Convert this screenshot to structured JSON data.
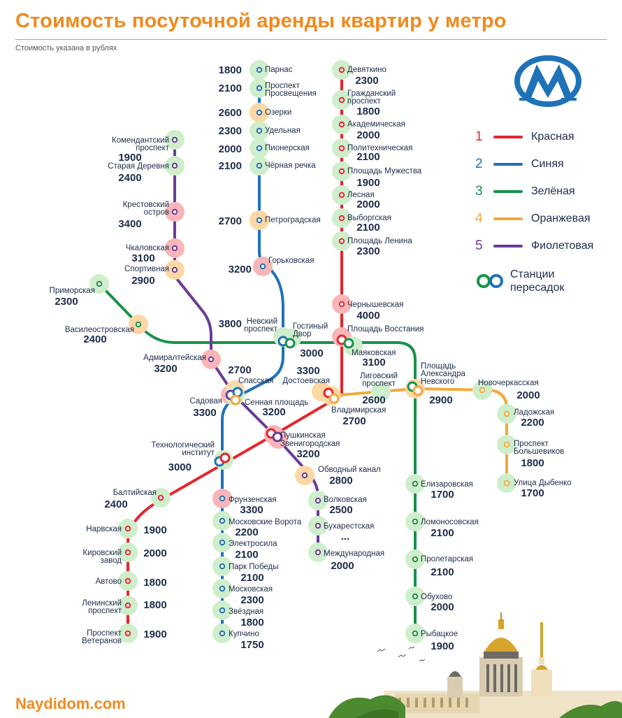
{
  "header": {
    "title": "Стоимость посуточной аренды квартир у метро",
    "subtitle": "Стоимость указана в рублях"
  },
  "footer": {
    "site": "Naydidom.com"
  },
  "colors": {
    "accent": "#ef8a1f",
    "line1": "#e5262c",
    "line2": "#1f72b8",
    "line3": "#17924a",
    "line4": "#f2a93b",
    "line5": "#6b3c97",
    "price_low": "#cfeecb",
    "price_mid": "#fdd7a4",
    "price_high": "#f9b5b8"
  },
  "legend": {
    "lines": [
      {
        "num": "1",
        "name": "Красная",
        "color": "#e5262c"
      },
      {
        "num": "2",
        "name": "Синяя",
        "color": "#1f72b8"
      },
      {
        "num": "3",
        "name": "Зелёная",
        "color": "#17924a"
      },
      {
        "num": "4",
        "name": "Оранжевая",
        "color": "#f2a93b"
      },
      {
        "num": "5",
        "name": "Фиолетовая",
        "color": "#6b3c97"
      }
    ],
    "transfers": "Станции\nпересадок"
  },
  "stations": [
    {
      "name": "Парнас",
      "price": "1800"
    },
    {
      "name": "Проспект\nПросвещения",
      "price": "2100"
    },
    {
      "name": "Озерки",
      "price": "2600"
    },
    {
      "name": "Удельная",
      "price": "2300"
    },
    {
      "name": "Пионерская",
      "price": "2000"
    },
    {
      "name": "Чёрная речка",
      "price": "2100"
    },
    {
      "name": "Петроградская",
      "price": "2700"
    },
    {
      "name": "Горьковская",
      "price": "3200"
    },
    {
      "name": "Невский\nпроспект",
      "price": "3800"
    },
    {
      "name": "Гостиный\nДвор",
      "price": "3000"
    },
    {
      "name": "Сенная площадь",
      "price": "3200"
    },
    {
      "name": "Технологический\nинститут",
      "price": "3000"
    },
    {
      "name": "Фрунзенская",
      "price": "3300"
    },
    {
      "name": "Московские Ворота",
      "price": "2200"
    },
    {
      "name": "Электросила",
      "price": "2100"
    },
    {
      "name": "Парк Победы",
      "price": "2100"
    },
    {
      "name": "Московская",
      "price": "2300"
    },
    {
      "name": "Звёздная",
      "price": "1800"
    },
    {
      "name": "Купчино",
      "price": "1750"
    },
    {
      "name": "Девяткино",
      "price": "2300"
    },
    {
      "name": "Гражданский\nпроспект",
      "price": "1800"
    },
    {
      "name": "Академическая",
      "price": "2000"
    },
    {
      "name": "Политехническая",
      "price": "2100"
    },
    {
      "name": "Площадь Мужества",
      "price": "1900"
    },
    {
      "name": "Лесная",
      "price": "2000"
    },
    {
      "name": "Выборгская",
      "price": "2100"
    },
    {
      "name": "Площадь Ленина",
      "price": "2300"
    },
    {
      "name": "Чернышевская",
      "price": "4000"
    },
    {
      "name": "Площадь Восстания",
      "price": ""
    },
    {
      "name": "Владимирская",
      "price": "2700"
    },
    {
      "name": "Пушкинская",
      "price": ""
    },
    {
      "name": "Балтийская",
      "price": "2400"
    },
    {
      "name": "Нарвская",
      "price": "1900"
    },
    {
      "name": "Кировский\nзавод",
      "price": "2000"
    },
    {
      "name": "Автово",
      "price": "1800"
    },
    {
      "name": "Ленинский\nпроспект",
      "price": "1800"
    },
    {
      "name": "Проспект\nВетеранов",
      "price": "1900"
    },
    {
      "name": "Приморская",
      "price": "2300"
    },
    {
      "name": "Василеостровская",
      "price": "2400"
    },
    {
      "name": "Маяковская",
      "price": "3100"
    },
    {
      "name": "Площадь\nАлександра\nНевского",
      "price": "2900"
    },
    {
      "name": "Елизаровская",
      "price": "1700"
    },
    {
      "name": "Ломоносовская",
      "price": "2100"
    },
    {
      "name": "Пролетарская",
      "price": "2100"
    },
    {
      "name": "Обухово",
      "price": "2000"
    },
    {
      "name": "Рыбацкое",
      "price": "1900"
    },
    {
      "name": "Спасская",
      "price": "2700"
    },
    {
      "name": "Достоевская",
      "price": "3300"
    },
    {
      "name": "Лиговский\nпроспект",
      "price": "2600"
    },
    {
      "name": "Новочеркасская",
      "price": "2000"
    },
    {
      "name": "Ладожская",
      "price": "2200"
    },
    {
      "name": "Проспект\nБольшевиков",
      "price": "1800"
    },
    {
      "name": "Улица Дыбенко",
      "price": "1700"
    },
    {
      "name": "Комендантский\nпроспект",
      "price": "1900"
    },
    {
      "name": "Старая Деревня",
      "price": "2400"
    },
    {
      "name": "Крестовский\nостров",
      "price": "3400"
    },
    {
      "name": "Чкаловская",
      "price": "3100"
    },
    {
      "name": "Спортивная",
      "price": "2900"
    },
    {
      "name": "Адмиралтейская",
      "price": "3200"
    },
    {
      "name": "Садовая",
      "price": "3300"
    },
    {
      "name": "Звенигородская",
      "price": "3200"
    },
    {
      "name": "Обводный канал",
      "price": "2800"
    },
    {
      "name": "Волковская",
      "price": "2500"
    },
    {
      "name": "Бухарестская",
      "price": "..."
    },
    {
      "name": "Международная",
      "price": "2000"
    }
  ]
}
